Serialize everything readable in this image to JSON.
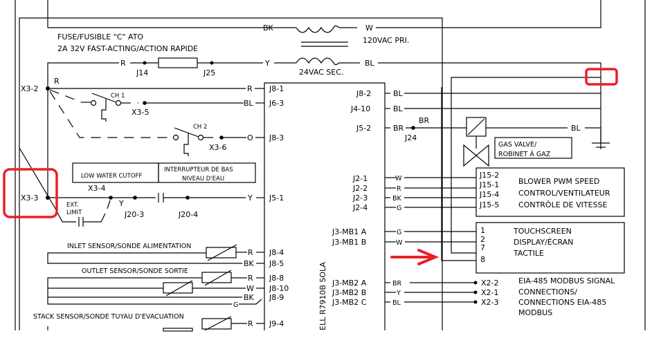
{
  "colors": {
    "wire": "#000000",
    "highlight": "#e8202a",
    "background": "#ffffff"
  },
  "transformer": {
    "fuse_line1": "FUSE/FUSIBLE \"C\" ATO",
    "fuse_line2": "2A 32V FAST-ACTING/ACTION RAPIDE",
    "primary_label": "120VAC PRI.",
    "secondary_label": "24VAC SEC.",
    "wire_bk": "BK",
    "wire_w": "W",
    "wire_r": "R",
    "wire_y": "Y",
    "wire_bl": "BL",
    "j14": "J14",
    "j25": "J25"
  },
  "terminals": {
    "x3_2": "X3-2",
    "x3_2_wire": "R",
    "x3_3": "X3-3",
    "x3_4": "X3-4",
    "x3_5": "X3-5",
    "x3_6": "X3-6",
    "ch1": "CH 1",
    "ch2": "CH 2"
  },
  "left_pins": [
    {
      "wire": "R",
      "pin": "J8-1"
    },
    {
      "wire": "BL",
      "pin": "J6-3"
    },
    {
      "wire": "O",
      "pin": "J8-3"
    },
    {
      "wire": "Y",
      "pin": "J5-1"
    }
  ],
  "low_water": {
    "label_en": "LOW WATER CUTOFF",
    "label_fr_1": "INTERRUPTEUR DE BAS",
    "label_fr_2": "NIVEAU D'EAU",
    "ext_limit_1": "EXT.",
    "ext_limit_2": "LIMIT",
    "y_label": "Y",
    "j20_3": "J20-3",
    "j20_4": "J20-4"
  },
  "sensors": {
    "inlet_label": "INLET SENSOR/SONDE ALIMENTATION",
    "outlet_label": "OUTLET SENSOR/SONDE SORTIE",
    "stack_label": "STACK SENSOR/SONDE TUYAU D'EVACUATION",
    "pins": [
      {
        "wire": "R",
        "pin": "J8-4"
      },
      {
        "wire": "BK",
        "pin": "J8-5"
      },
      {
        "wire": "R",
        "pin": "J8-8"
      },
      {
        "wire": "W",
        "pin": "J8-10"
      },
      {
        "wire": "BK",
        "pin": "J8-9"
      },
      {
        "wire": "R",
        "pin": "J9-4"
      }
    ],
    "g_label": "G"
  },
  "controller_label": "ELL R7910B SOLA",
  "right_pins": [
    {
      "pin": "J8-2",
      "wire": "BL"
    },
    {
      "pin": "J4-10",
      "wire": "BL"
    },
    {
      "pin": "J5-2",
      "wire": "BR"
    },
    {
      "pin": "J2-1",
      "wire": "W"
    },
    {
      "pin": "J2-2",
      "wire": "R"
    },
    {
      "pin": "J2-3",
      "wire": "BK"
    },
    {
      "pin": "J2-4",
      "wire": "G"
    },
    {
      "pin": "J3-MB1  A",
      "wire": "G"
    },
    {
      "pin": "J3-MB1  B",
      "wire": "W"
    },
    {
      "pin": "J3-MB2  A",
      "wire": "BR"
    },
    {
      "pin": "J3-MB2  B",
      "wire": "Y"
    },
    {
      "pin": "J3-MB2  C",
      "wire": "BL"
    }
  ],
  "gas_valve": {
    "j24": "J24",
    "br_label": "BR",
    "bl_label": "BL",
    "label_1": "GAS VALVE/",
    "label_2": "ROBINET À GAZ"
  },
  "blower": {
    "pins": [
      "J15-2",
      "J15-1",
      "J15-4",
      "J15-5"
    ],
    "lines": [
      "BLOWER PWM SPEED",
      "CONTROL/VENTILATEUR",
      "CONTRÔLE DE VITESSE"
    ]
  },
  "touchscreen": {
    "pins": [
      "1",
      "2",
      "7",
      "8"
    ],
    "lines": [
      "TOUCHSCREEN",
      "DISPLAY/ÉCRAN",
      "TACTILE"
    ]
  },
  "modbus": {
    "terminals": [
      "X2-2",
      "X2-1",
      "X2-3"
    ],
    "lines": [
      "EIA-485 MODBUS SIGNAL",
      "CONNECTIONS/",
      "CONNECTIONS EIA-485",
      "MODBUS"
    ]
  }
}
